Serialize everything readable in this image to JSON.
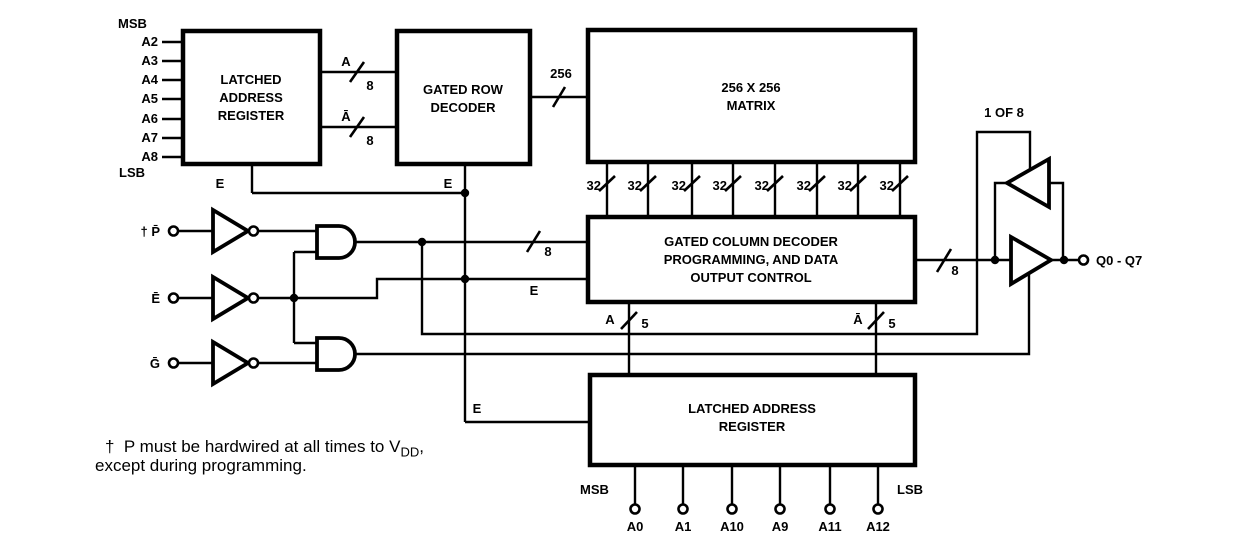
{
  "diagram": {
    "colors": {
      "ink": "#000000",
      "background": "#ffffff"
    },
    "blocks": {
      "latched_address_register_top": {
        "line1": "LATCHED",
        "line2": "ADDRESS",
        "line3": "REGISTER"
      },
      "gated_row_decoder": {
        "line1": "GATED ROW",
        "line2": "DECODER"
      },
      "matrix": {
        "line1": "256 X 256",
        "line2": "MATRIX"
      },
      "gated_column_decoder": {
        "line1": "GATED COLUMN DECODER",
        "line2": "PROGRAMMING, AND DATA",
        "line3": "OUTPUT CONTROL"
      },
      "latched_address_register_bottom": {
        "line1": "LATCHED ADDRESS",
        "line2": "REGISTER"
      }
    },
    "top_inputs": {
      "msb": "MSB",
      "pins": [
        "A2",
        "A3",
        "A4",
        "A5",
        "A6",
        "A7",
        "A8"
      ],
      "lsb": "LSB"
    },
    "control_inputs": {
      "p_bar": "† P̄",
      "e_bar": "Ē",
      "g_bar": "Ḡ"
    },
    "buses": {
      "a_true": "A",
      "a_true_width": "8",
      "a_comp": "Ā",
      "a_comp_width": "8",
      "rows": "256",
      "col_group": "32",
      "data_in_width": "8",
      "data_out_width": "8",
      "col_a_true": "A",
      "col_a_true_width": "5",
      "col_a_comp": "Ā",
      "col_a_comp_width": "5"
    },
    "enables": {
      "reg_top": "E",
      "row_decoder": "E",
      "col_decoder": "E",
      "reg_bottom": "E"
    },
    "output": {
      "one_of_8": "1 OF 8",
      "q_label": "Q0 - Q7"
    },
    "bottom_inputs": {
      "msb": "MSB",
      "pins": [
        "A0",
        "A1",
        "A10",
        "A9",
        "A11",
        "A12"
      ],
      "lsb": "LSB"
    },
    "footnote": {
      "line1_pre": "†  P must be hardwired at all times to V",
      "line1_sub": "DD",
      "line1_post": ",",
      "line2": "except during programming."
    }
  }
}
